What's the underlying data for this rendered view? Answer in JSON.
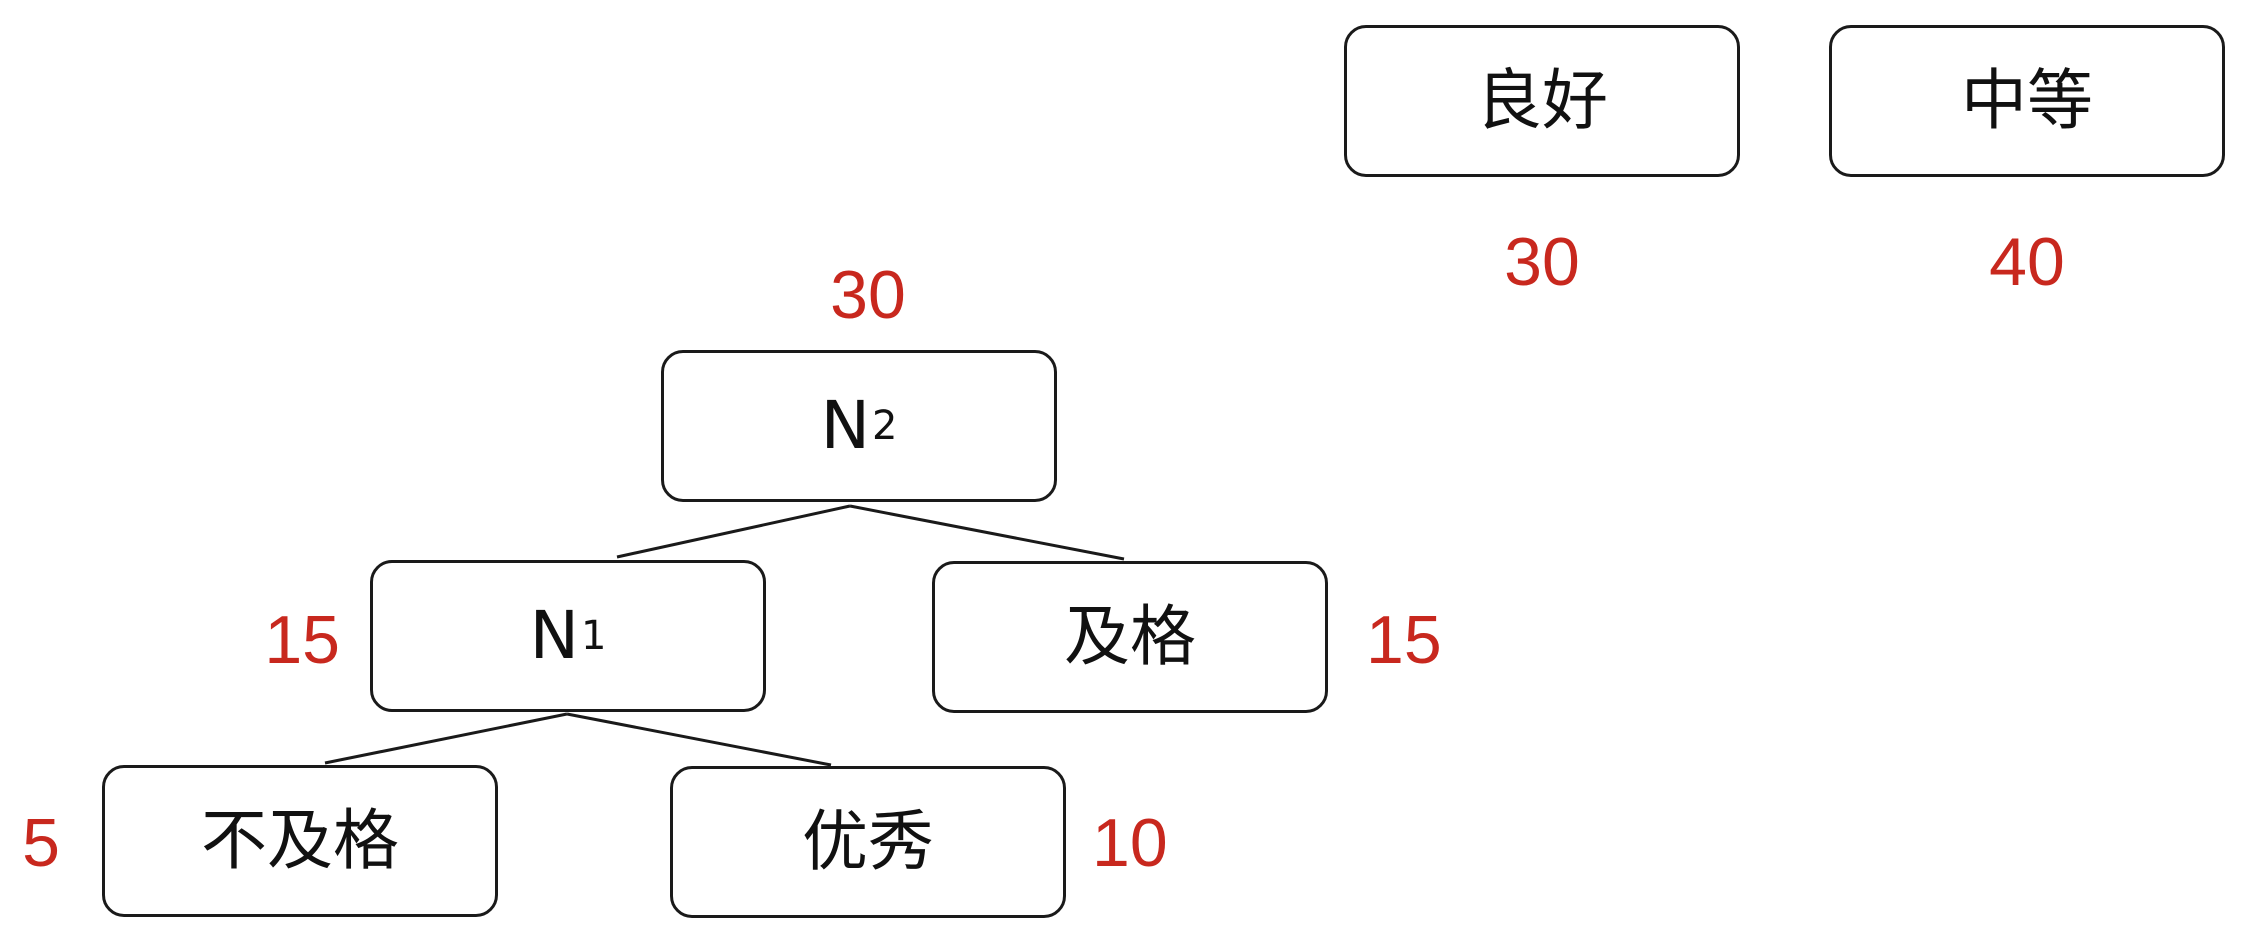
{
  "colors": {
    "weight": "#c8281e",
    "node_border": "#1a1a1a",
    "text": "#111111"
  },
  "top_nodes": [
    {
      "label": "良好",
      "weight": "30"
    },
    {
      "label": "中等",
      "weight": "40"
    }
  ],
  "tree": {
    "n2": {
      "label": "N",
      "subscript": "2",
      "weight": "30"
    },
    "n1": {
      "label": "N",
      "subscript": "1",
      "weight": "15"
    },
    "pass": {
      "label": "及格",
      "weight": "15"
    },
    "fail": {
      "label": "不及格",
      "weight": "5"
    },
    "excellent": {
      "label": "优秀",
      "weight": "10"
    }
  }
}
